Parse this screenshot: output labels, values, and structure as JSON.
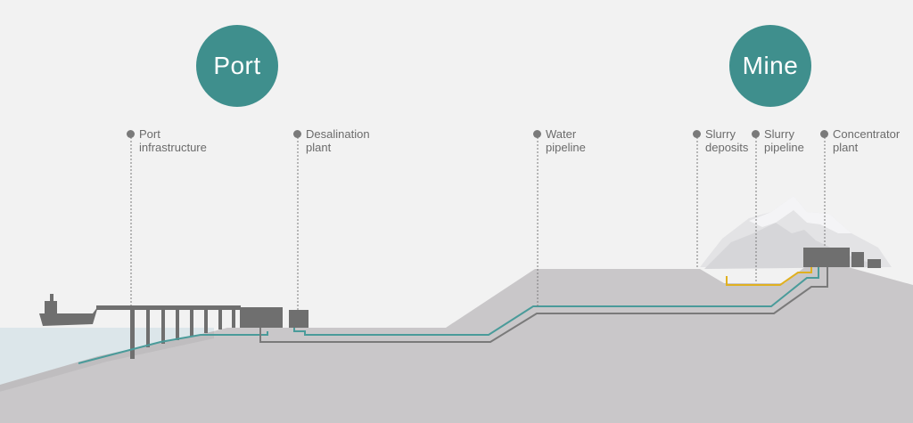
{
  "circles": {
    "port": "Port",
    "mine": "Mine"
  },
  "callouts": {
    "port_infrastructure": [
      "Port",
      "infrastructure"
    ],
    "desalination_plant": [
      "Desalination",
      "plant"
    ],
    "water_pipeline": [
      "Water",
      "pipeline"
    ],
    "slurry_deposits": [
      "Slurry",
      "deposits"
    ],
    "slurry_pipeline": [
      "Slurry",
      "pipeline"
    ],
    "concentrator_plant": [
      "Concentrator",
      "plant"
    ]
  },
  "colors": {
    "background": "#f2f2f2",
    "ground": "#c9c7c9",
    "sea": "#dce6ea",
    "circle": "#3f8f8d",
    "water_pipe": "#4a9b9a",
    "slurry_pipe": "#e0b020",
    "return_pipe": "#7a7a7a",
    "structure": "#6f6f6f",
    "mountain": "#e0e0e2"
  }
}
